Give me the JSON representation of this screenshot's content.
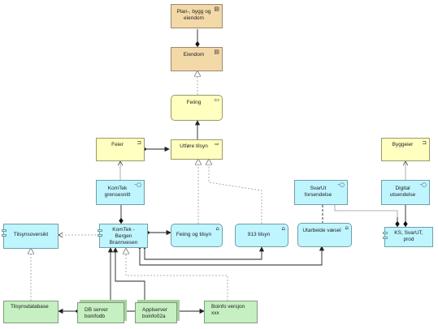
{
  "nodes": {
    "plan_bygg": {
      "label": "Plan-, bygg og eiendom",
      "icon": "▤"
    },
    "eiendom": {
      "label": "Eiendom",
      "icon": "▤"
    },
    "feiing": {
      "label": "Feiing",
      "icon": "▭"
    },
    "feier": {
      "label": "Feier",
      "icon": "⊐"
    },
    "utfore_tilsyn": {
      "label": "Utføre tilsyn",
      "icon": "⇨"
    },
    "byggeier": {
      "label": "Byggeier",
      "icon": "⊐"
    },
    "komtek_grensesnitt": {
      "label": "KomTek grensesnitt",
      "icon": "-○"
    },
    "svarut_forsendelse": {
      "label": "SvarUt forsendelse",
      "icon": "-○"
    },
    "digital_utsendelse": {
      "label": "Digital utsendelse",
      "icon": "-○"
    },
    "tilsynsoversikt": {
      "label": "Tilsynsoversikt",
      "icon": ""
    },
    "komtek_bergen": {
      "label": "KomTek - Bergen Brannvesen",
      "icon": ""
    },
    "feiing_og_tilsyn": {
      "label": "Feiing og tilsyn",
      "icon": "⌂"
    },
    "tilsyn_913": {
      "label": "913 tilsyn",
      "icon": "⌂"
    },
    "utarbeide_vaesel": {
      "label": "Utarbeide væsel",
      "icon": "⌂"
    },
    "ks_svarut": {
      "label": "KS, SvarUT, prod",
      "icon": ""
    },
    "tilsynsdatabase": {
      "label": "Tilsynsdatabase",
      "icon": ""
    },
    "db_server": {
      "label": "DB server boinfodb",
      "icon": ""
    },
    "appl_server": {
      "label": "Applserver boinfo02a",
      "icon": ""
    },
    "boinfo_versjon": {
      "label": "Boinfo versjon xxx",
      "icon": ""
    }
  },
  "palette": {
    "business_object": "#f3d9a8",
    "business_layer": "#ffffbf",
    "application_layer": "#bff5ff",
    "technology_layer": "#c6efc2",
    "edge": "#222222",
    "edge_light": "#9a9a9a"
  }
}
